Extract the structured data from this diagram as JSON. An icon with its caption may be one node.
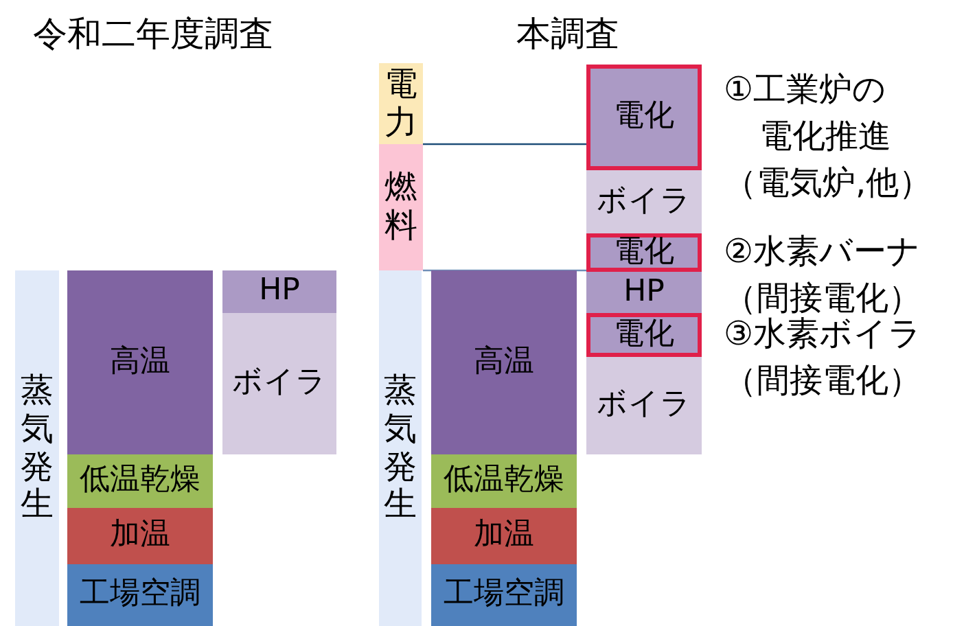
{
  "diagram": {
    "nodes": [
      {
        "text": [
          "蒸気発生"
        ]
      },
      {
        "text": [
          "高温"
        ]
      },
      {
        "text": [
          "低温乾燥"
        ]
      },
      {
        "text": [
          "加温"
        ]
      },
      {
        "text": [
          "工場空調"
        ]
      },
      {
        "text": [
          "HP"
        ]
      },
      {
        "text": [
          "ボイラ"
        ]
      },
      {
        "text": [
          "電力"
        ]
      },
      {
        "text": [
          "燃料"
        ]
      },
      {
        "text": [
          "蒸気発生"
        ]
      },
      {
        "text": [
          "高温"
        ]
      },
      {
        "text": [
          "低温乾燥"
        ]
      },
      {
        "text": [
          "加温"
        ]
      },
      {
        "text": [
          "工場空調"
        ]
      },
      {
        "text": [
          "電化"
        ],
        "beside": [
          "①工業炉の電化推進（電気炉,他）"
        ]
      },
      {
        "text": [
          "ボイラ"
        ]
      },
      {
        "text": [
          "電化"
        ],
        "beside": [
          "②水素バーナ（間接電化）"
        ]
      },
      {
        "text": [
          "HP"
        ]
      },
      {
        "text": [
          "電化"
        ],
        "beside": [
          "③水素ボイラ（間接電化）"
        ]
      },
      {
        "text": [
          "ボイラ"
        ]
      }
    ],
    "labels": [
      "令和二年度調査",
      "本調査"
    ]
  }
}
